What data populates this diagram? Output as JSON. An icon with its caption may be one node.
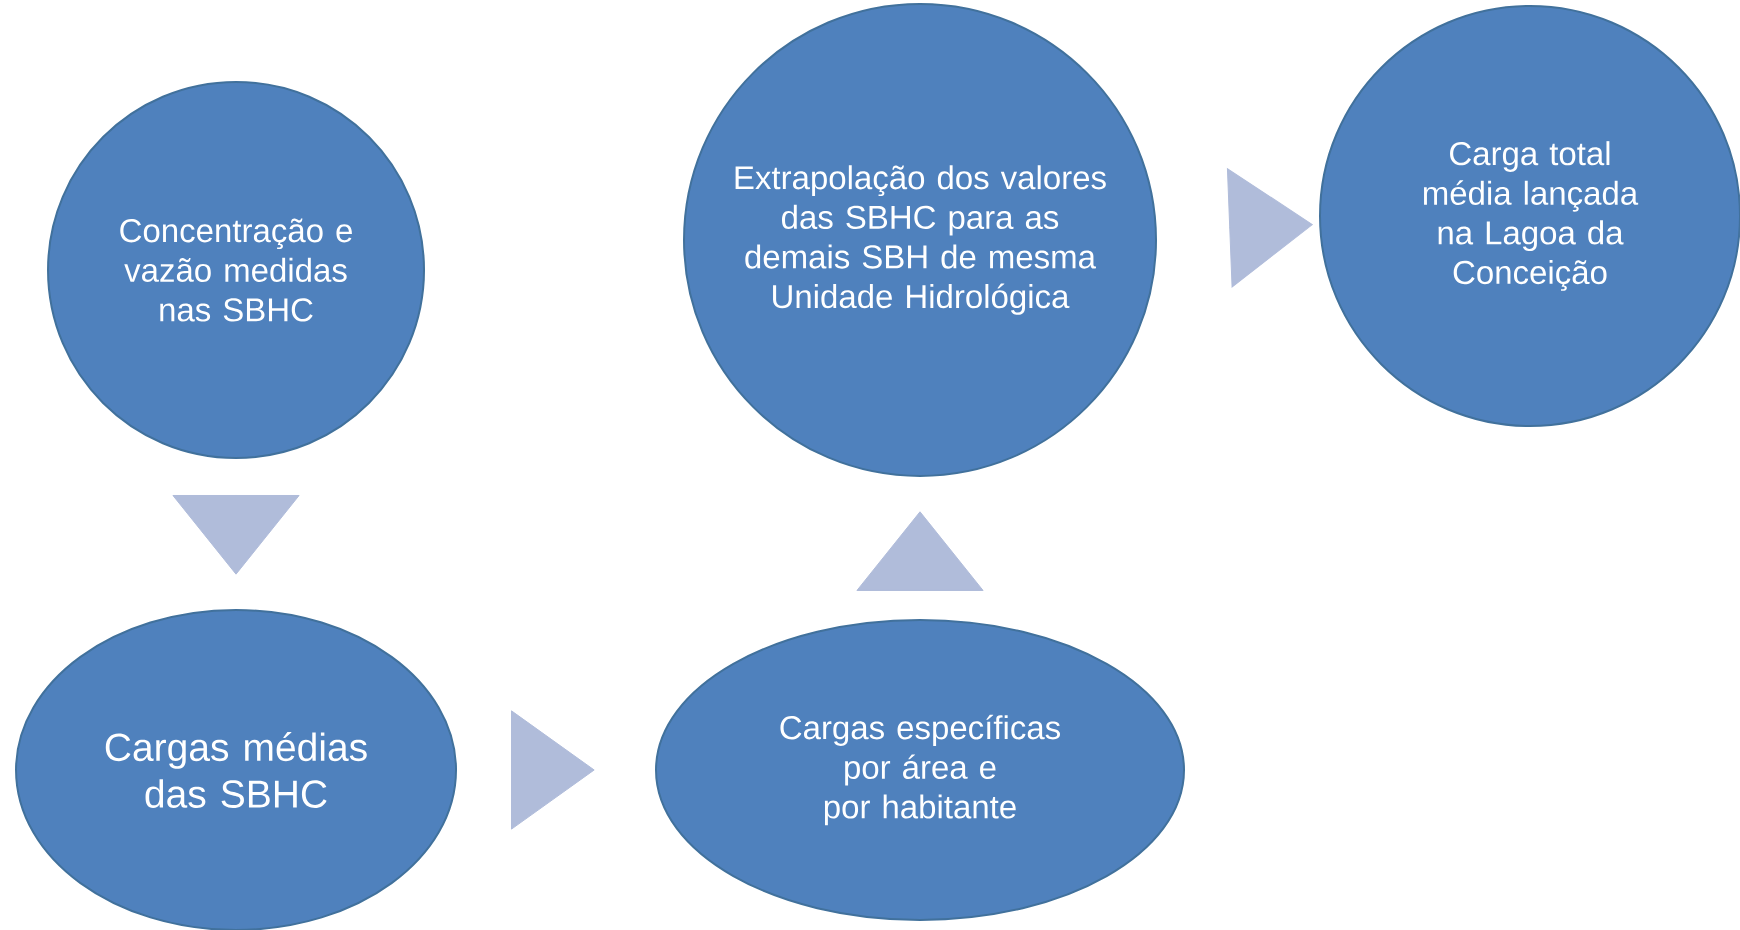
{
  "diagram": {
    "nodes": [
      {
        "text": [
          "Concentração e vazão medidas nas SBHC"
        ]
      },
      {
        "text": [
          "Cargas médias das SBHC"
        ]
      },
      {
        "text": [
          "Cargas específicas por área e por habitante"
        ]
      },
      {
        "text": [
          "Extrapolação dos valores das SBHC para as demais SBH de mesma Unidade Hidrológica"
        ]
      },
      {
        "text": [
          "Carga total média lançada na Lagoa da Conceição"
        ]
      }
    ],
    "edges": [
      {
        "from": 0,
        "to": 1,
        "arrow": "to"
      },
      {
        "from": 1,
        "to": 2,
        "arrow": "to"
      },
      {
        "from": 2,
        "to": 3,
        "arrow": "to"
      },
      {
        "from": 3,
        "to": 4,
        "arrow": "to"
      }
    ]
  }
}
